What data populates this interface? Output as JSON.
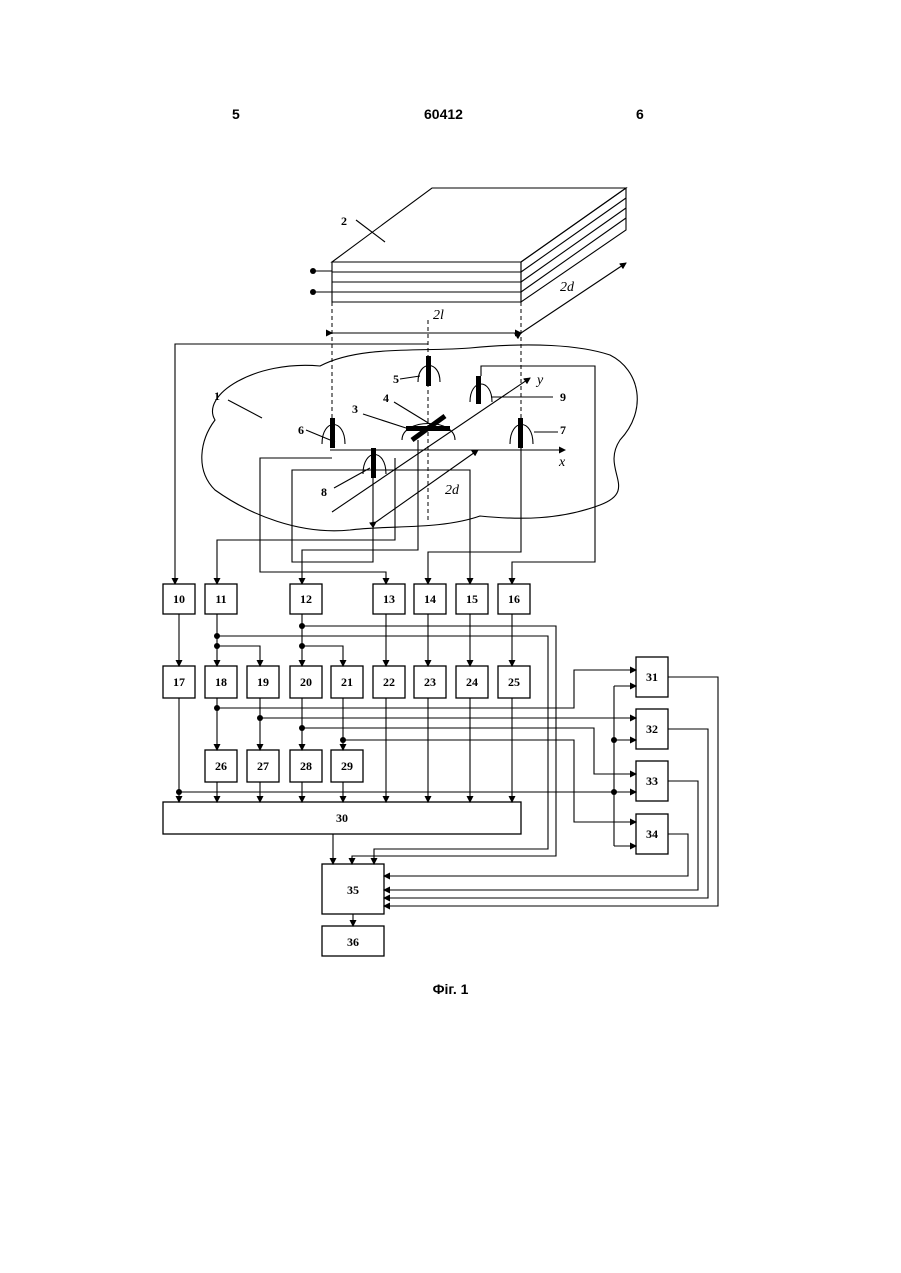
{
  "header": {
    "page_left": "5",
    "patent_number": "60412",
    "page_right": "6"
  },
  "caption": "Фіг. 1",
  "labels": {
    "plate": "2",
    "body": "1",
    "sensor_3": "3",
    "sensor_4": "4",
    "sensor_5": "5",
    "sensor_6": "6",
    "sensor_7": "7",
    "sensor_8": "8",
    "sensor_9": "9"
  },
  "dimensions": {
    "width_2l": "2l",
    "depth_2d_top": "2d",
    "depth_2d_plane": "2d"
  },
  "axes": {
    "x": "x",
    "y": "y"
  },
  "blocks": {
    "b10": "10",
    "b11": "11",
    "b12": "12",
    "b13": "13",
    "b14": "14",
    "b15": "15",
    "b16": "16",
    "b17": "17",
    "b18": "18",
    "b19": "19",
    "b20": "20",
    "b21": "21",
    "b22": "22",
    "b23": "23",
    "b24": "24",
    "b25": "25",
    "b26": "26",
    "b27": "27",
    "b28": "28",
    "b29": "29",
    "b30": "30",
    "b31": "31",
    "b32": "32",
    "b33": "33",
    "b34": "34",
    "b35": "35",
    "b36": "36"
  }
}
